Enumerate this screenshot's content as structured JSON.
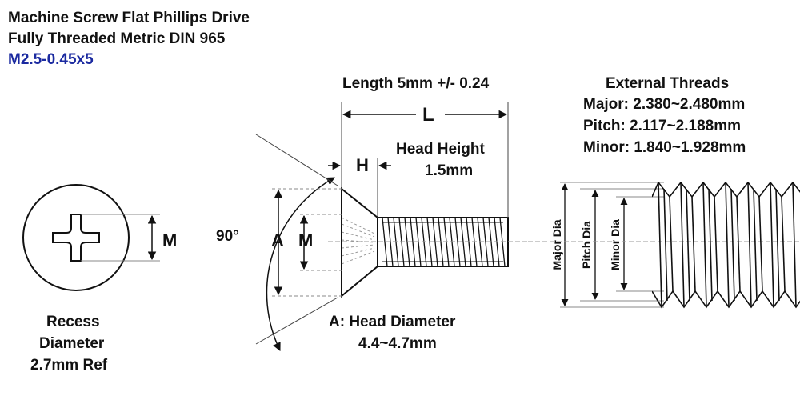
{
  "title_line1": "Machine Screw Flat Phillips Drive",
  "title_line2": "Fully Threaded Metric DIN 965",
  "part_number": "M2.5-0.45x5",
  "length": {
    "text": "Length 5mm +/- 0.24",
    "symbol": "L"
  },
  "head_height": {
    "symbol": "H",
    "line1": "Head Height",
    "line2": "1.5mm"
  },
  "angle": "90°",
  "head_diameter": {
    "symbol": "A",
    "line1": "A: Head Diameter",
    "line2": "4.4~4.7mm"
  },
  "recess": {
    "symbol": "M",
    "line1": "Recess",
    "line2": "Diameter",
    "line3": "2.7mm Ref"
  },
  "m_symbol_side": "M",
  "threads": {
    "heading": "External Threads",
    "major": "Major: 2.380~2.480mm",
    "pitch": "Pitch:  2.117~2.188mm",
    "minor": "Minor: 1.840~1.928mm",
    "major_label": "Major Dia",
    "pitch_label": "Pitch Dia",
    "minor_label": "Minor Dia"
  },
  "colors": {
    "ink": "#111111",
    "part_number": "#1b2aa0"
  }
}
